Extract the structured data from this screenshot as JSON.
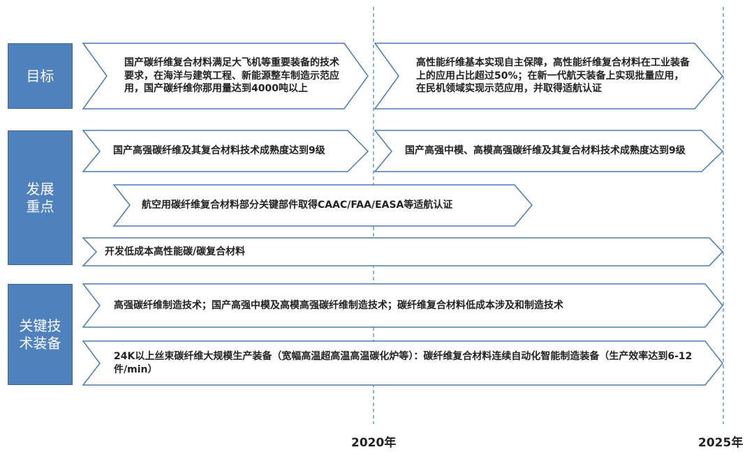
{
  "categories": [
    {
      "lines": [
        "目标"
      ]
    },
    {
      "lines": [
        "发展",
        "重点"
      ]
    },
    {
      "lines": [
        "关键技",
        "术装备"
      ]
    }
  ],
  "items": [
    {
      "text": "国产碳纤维复合材料满足大飞机等重要装备的技术要求，在海洋与建筑工程、新能源整车制造示范应用，国产碳纤维你那用量达到4000吨以上"
    },
    {
      "text": "高性能纤维基本实现自主保障，高性能纤维复合材料在工业装备上的应用占比超过50%；在新一代航天装备上实现批量应用，在民机领域实现示范应用，并取得适航认证"
    },
    {
      "text": "国产高强碳纤维及其复合材料技术成熟度达到9级"
    },
    {
      "text": "国产高强中模、高模高强碳纤维及其复合材料技术成熟度达到9级"
    },
    {
      "text": "航空用碳纤维复合材料部分关键部件取得CAAC/FAA/EASA等适航认证"
    },
    {
      "text": "开发低成本高性能碳/碳复合材料"
    },
    {
      "text": "高强碳纤维制造技术；国产高强中模及高模高强碳纤维制造技术；碳纤维复合材料低成本涉及和制造技术"
    },
    {
      "text": "24K以上丝束碳纤维大规模生产装备（宽幅高温超高温高温碳化炉等）：碳纤维复合材料连续自动化智能制造装备（生产效率达到6-12件/min）"
    }
  ],
  "timeline": {
    "year_1": "2020年",
    "year_2": "2025年"
  },
  "colors": {
    "category_fill": "#4f81bd",
    "arrow_stroke": "#4a7ab0",
    "divider": "#5b9bd5"
  }
}
